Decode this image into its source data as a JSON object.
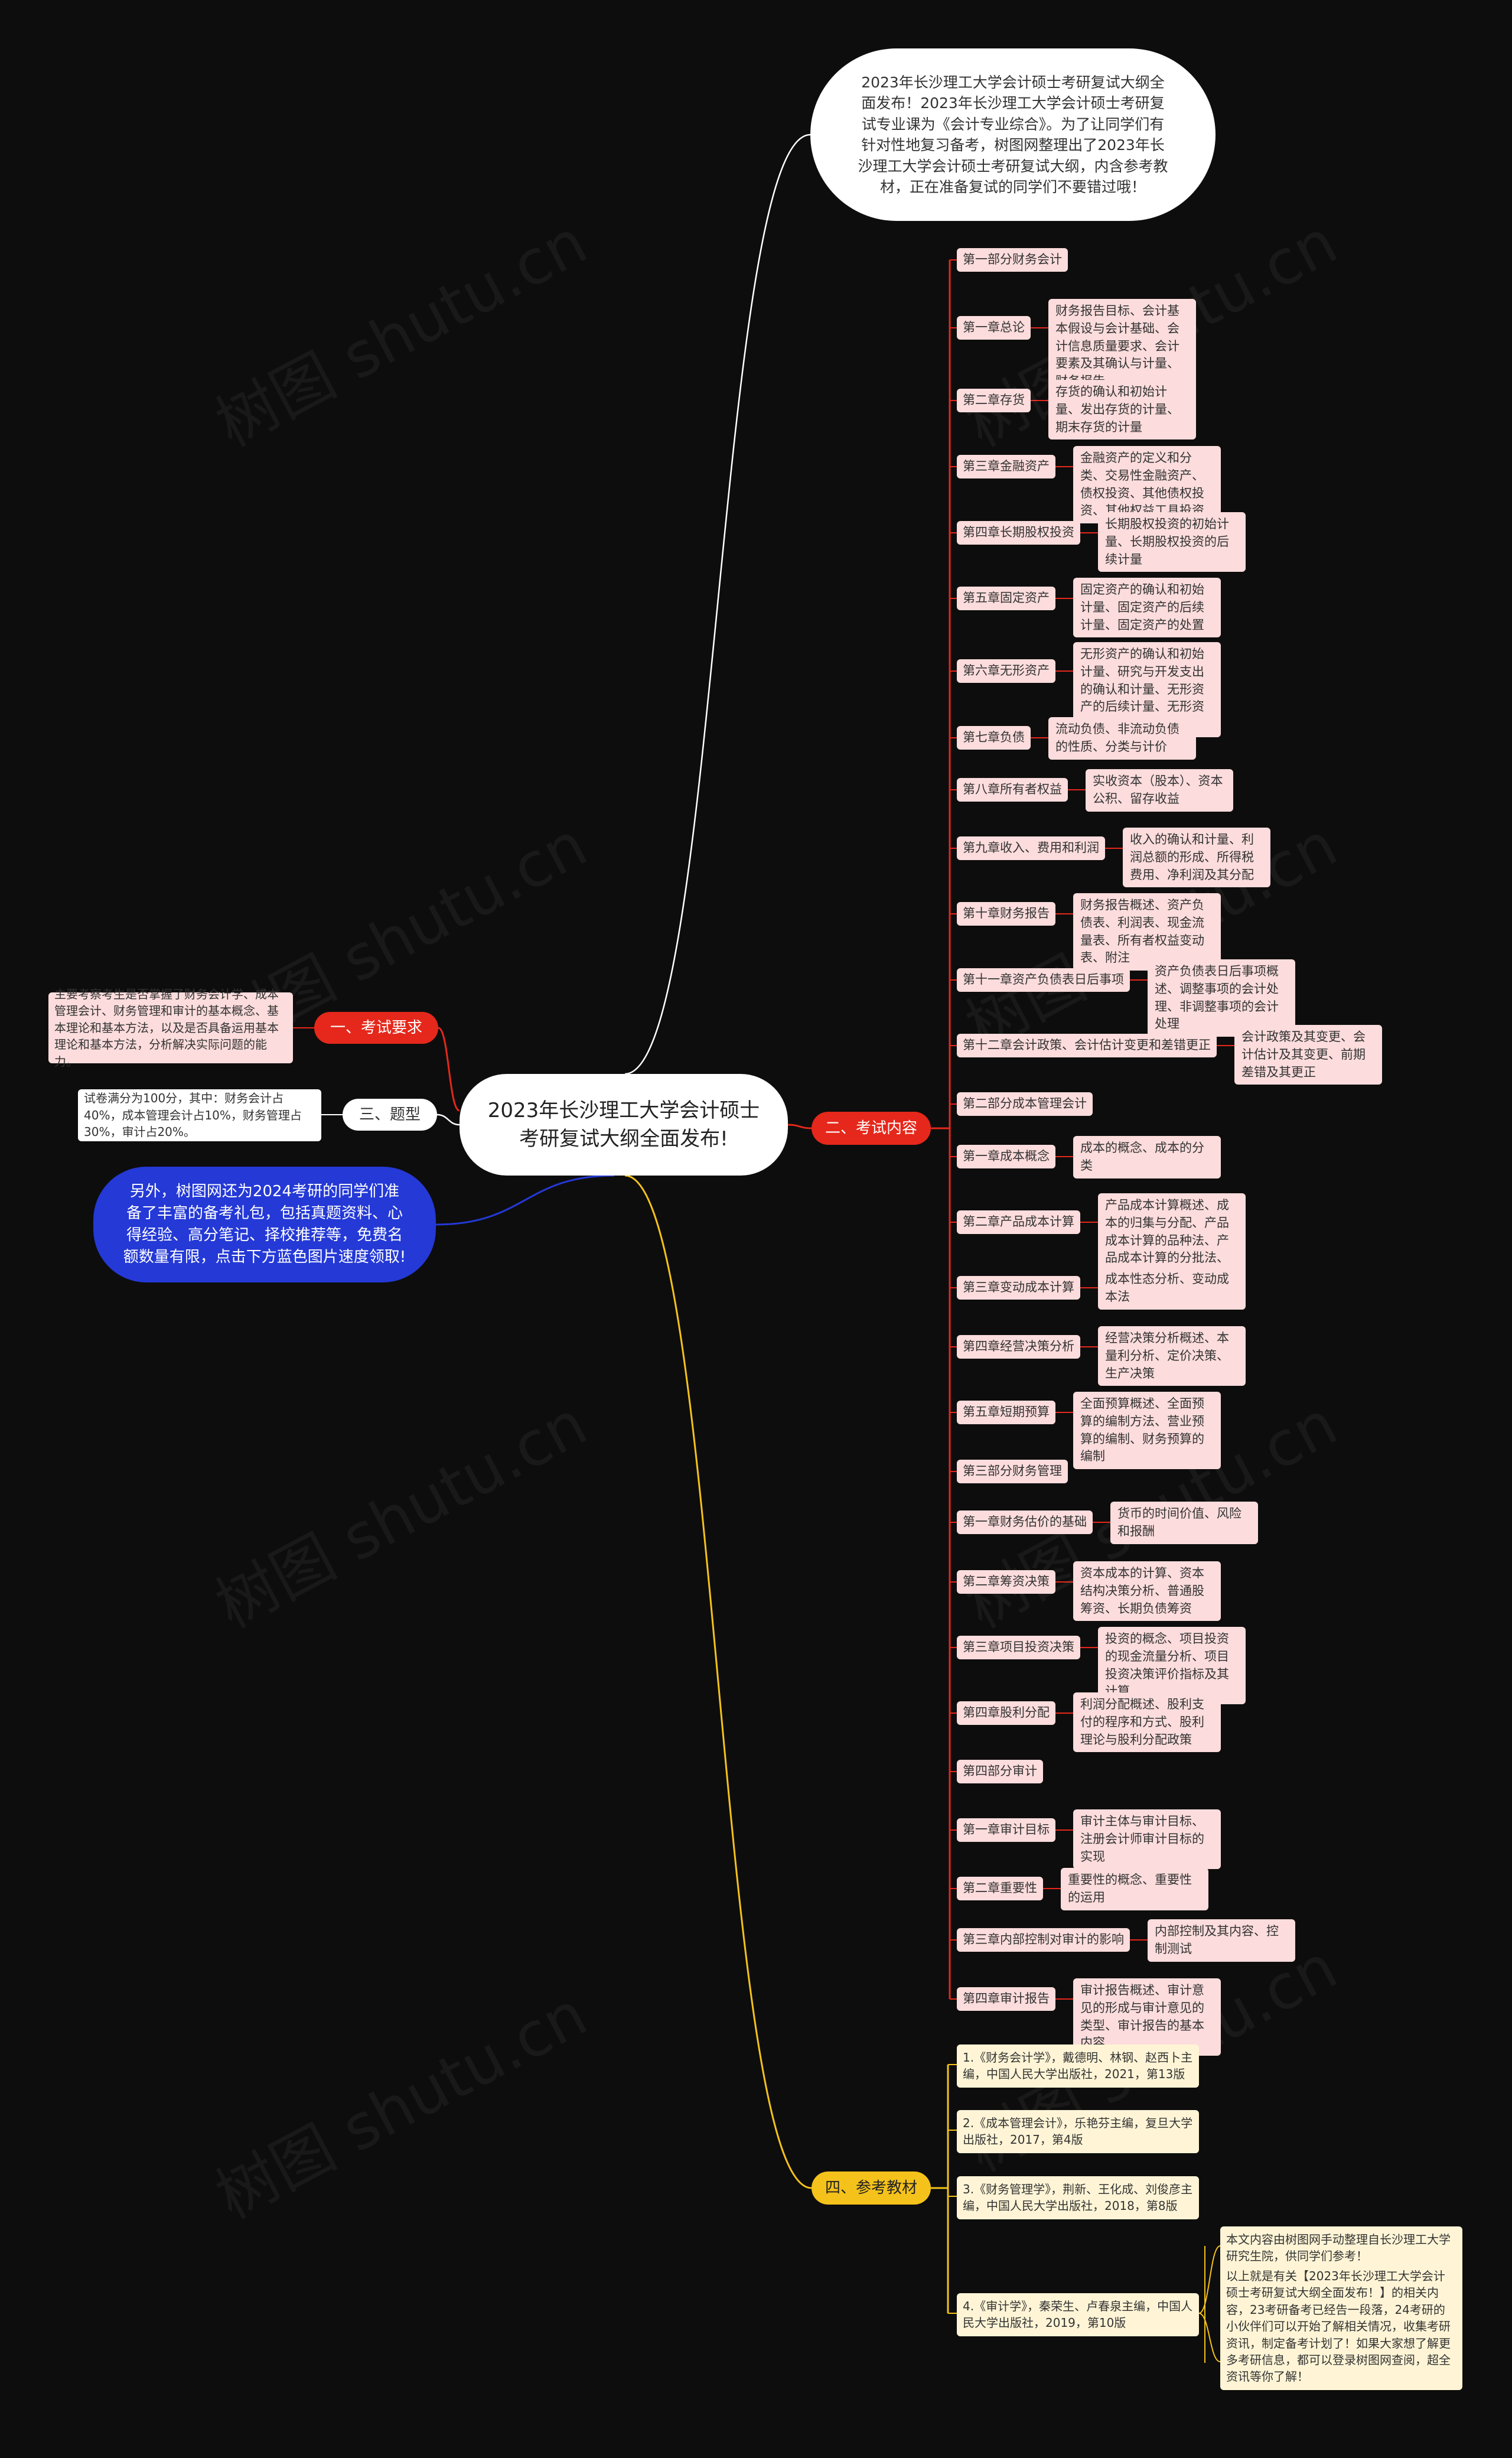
{
  "root": {
    "title": "2023年长沙理工大学会计硕士考研复试大纲全面发布!"
  },
  "intro": "2023年长沙理工大学会计硕士考研复试大纲全面发布！2023年长沙理工大学会计硕士考研复试专业课为《会计专业综合》。为了让同学们有针对性地复习备考，树图网整理出了2023年长沙理工大学会计硕士考研复试大纲，内含参考教材，正在准备复试的同学们不要错过哦！",
  "left": {
    "b1": {
      "label": "一、考试要求",
      "text": "主要考察考生是否掌握了财务会计学、成本管理会计、财务管理和审计的基本概念、基本理论和基本方法，以及是否具备运用基本理论和基本方法，分析解决实际问题的能力。"
    },
    "b3": {
      "label": "三、题型",
      "text": "试卷满分为100分，其中：财务会计占40%，成本管理会计占10%，财务管理占30%，审计占20%。"
    },
    "promo": "另外，树图网还为2024考研的同学们准备了丰富的备考礼包，包括真题资料、心得经验、高分笔记、择校推荐等，免费名额数量有限，点击下方蓝色图片速度领取!"
  },
  "b2": {
    "label": "二、考试内容",
    "items": [
      {
        "label": "第一部分财务会计",
        "detail": ""
      },
      {
        "label": "第一章总论",
        "detail": "财务报告目标、会计基本假设与会计基础、会计信息质量要求、会计要素及其确认与计量、财务报告"
      },
      {
        "label": "第二章存货",
        "detail": "存货的确认和初始计量、发出存货的计量、期末存货的计量"
      },
      {
        "label": "第三章金融资产",
        "detail": "金融资产的定义和分类、交易性金融资产、债权投资、其他债权投资、其他权益工具投资"
      },
      {
        "label": "第四章长期股权投资",
        "detail": "长期股权投资的初始计量、长期股权投资的后续计量"
      },
      {
        "label": "第五章固定资产",
        "detail": "固定资产的确认和初始计量、固定资产的后续计量、固定资产的处置"
      },
      {
        "label": "第六章无形资产",
        "detail": "无形资产的确认和初始计量、研究与开发支出的确认和计量、无形资产的后续计量、无形资产的处置"
      },
      {
        "label": "第七章负债",
        "detail": "流动负债、非流动负债的性质、分类与计价"
      },
      {
        "label": "第八章所有者权益",
        "detail": "实收资本（股本）、资本公积、留存收益"
      },
      {
        "label": "第九章收入、费用和利润",
        "detail": "收入的确认和计量、利润总额的形成、所得税费用、净利润及其分配"
      },
      {
        "label": "第十章财务报告",
        "detail": "财务报告概述、资产负债表、利润表、现金流量表、所有者权益变动表、附注"
      },
      {
        "label": "第十一章资产负债表日后事项",
        "detail": "资产负债表日后事项概述、调整事项的会计处理、非调整事项的会计处理"
      },
      {
        "label": "第十二章会计政策、会计估计变更和差错更正",
        "detail": "会计政策及其变更、会计估计及其变更、前期差错及其更正"
      },
      {
        "label": "第二部分成本管理会计",
        "detail": ""
      },
      {
        "label": "第一章成本概念",
        "detail": "成本的概念、成本的分类"
      },
      {
        "label": "第二章产品成本计算",
        "detail": "产品成本计算概述、成本的归集与分配、产品成本计算的品种法、产品成本计算的分批法、产品成本计算的分步法"
      },
      {
        "label": "第三章变动成本计算",
        "detail": "成本性态分析、变动成本法"
      },
      {
        "label": "第四章经营决策分析",
        "detail": "经营决策分析概述、本量利分析、定价决策、生产决策"
      },
      {
        "label": "第五章短期预算",
        "detail": "全面预算概述、全面预算的编制方法、营业预算的编制、财务预算的编制"
      },
      {
        "label": "第三部分财务管理",
        "detail": ""
      },
      {
        "label": "第一章财务估价的基础",
        "detail": "货币的时间价值、风险和报酬"
      },
      {
        "label": "第二章筹资决策",
        "detail": "资本成本的计算、资本结构决策分析、普通股筹资、长期负债筹资"
      },
      {
        "label": "第三章项目投资决策",
        "detail": "投资的概念、项目投资的现金流量分析、项目投资决策评价指标及其计算"
      },
      {
        "label": "第四章股利分配",
        "detail": "利润分配概述、股利支付的程序和方式、股利理论与股利分配政策"
      },
      {
        "label": "第四部分审计",
        "detail": ""
      },
      {
        "label": "第一章审计目标",
        "detail": "审计主体与审计目标、注册会计师审计目标的实现"
      },
      {
        "label": "第二章重要性",
        "detail": "重要性的概念、重要性的运用"
      },
      {
        "label": "第三章内部控制对审计的影响",
        "detail": "内部控制及其内容、控制测试"
      },
      {
        "label": "第四章审计报告",
        "detail": "审计报告概述、审计意见的形成与审计意见的类型、审计报告的基本内容"
      }
    ]
  },
  "b4": {
    "label": "四、参考教材",
    "items": [
      "1.《财务会计学》，戴德明、林钢、赵西卜主编，中国人民大学出版社，2021，第13版",
      "2.《成本管理会计》，乐艳芬主编，复旦大学出版社，2017，第4版",
      "3.《财务管理学》，荆新、王化成、刘俊彦主编，中国人民大学出版社，2018，第8版",
      "4.《审计学》，秦荣生、卢春泉主编，中国人民大学出版社，2019，第10版"
    ],
    "notes": [
      "本文内容由树图网手动整理自长沙理工大学研究生院，供同学们参考！",
      "以上就是有关【2023年长沙理工大学会计硕士考研复试大纲全面发布！】的相关内容，23考研备考已经告一段落，24考研的小伙伴们可以开始了解相关情况，收集考研资讯，制定备考计划了！如果大家想了解更多考研信息，都可以登录树图网查阅，超全资讯等你了解！"
    ]
  },
  "watermark": "树图 shutu.cn",
  "colors": {
    "red": "#e5281b",
    "yellow": "#f5c21b",
    "blue": "#2439d6",
    "pink": "#fcdcdc",
    "cream": "#fff5d6"
  }
}
